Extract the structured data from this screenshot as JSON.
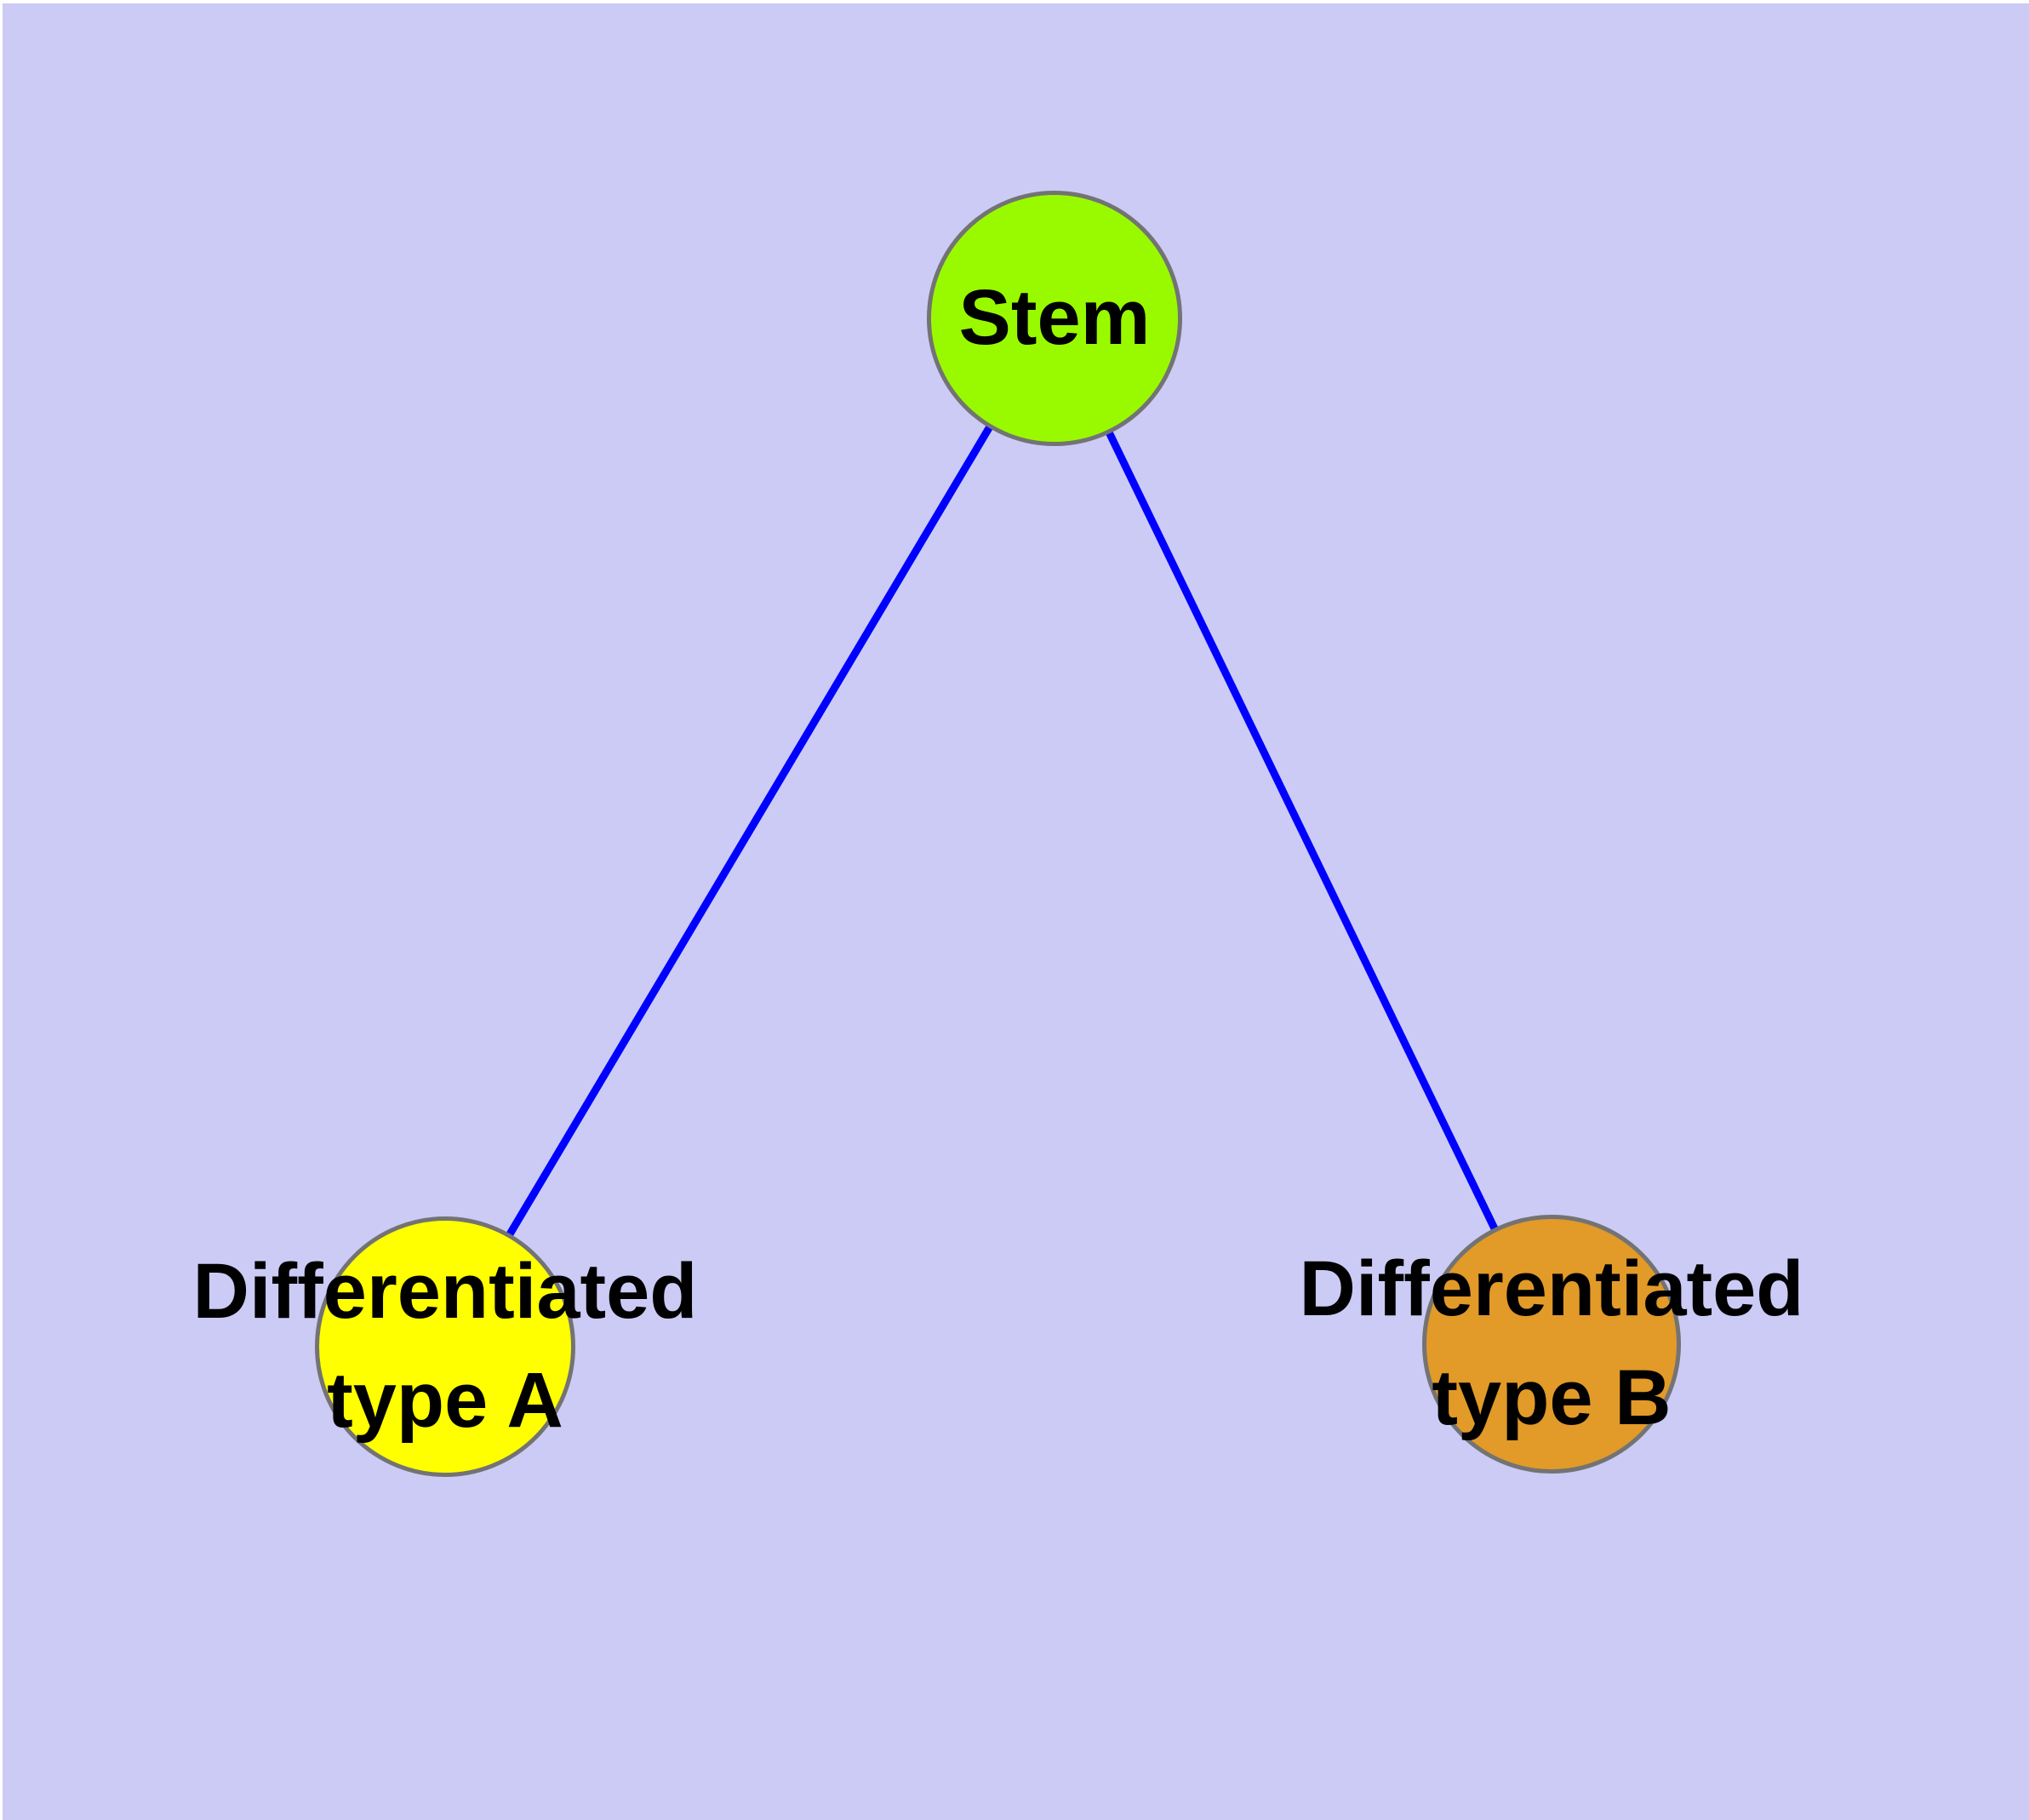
{
  "canvas": {
    "background": "#CBCBF6",
    "margin_color": "#FFFFFF"
  },
  "diagram": {
    "type": "node-link-graph",
    "description": "Stem cell differentiation tree: one stem node connected to two differentiated cell type nodes"
  },
  "nodes": [
    {
      "id": "stem",
      "label": "Stem",
      "fill": "#99FA00",
      "border": "#737373"
    },
    {
      "id": "type-a",
      "label": "Differentiated\ntype A",
      "fill": "#FFFF00",
      "border": "#737373"
    },
    {
      "id": "type-b",
      "label": "Differentiated\ntype B",
      "fill": "#E29A28",
      "border": "#737373"
    }
  ],
  "edges": [
    {
      "from": "stem",
      "to": "type-a",
      "color": "#0000FF"
    },
    {
      "from": "stem",
      "to": "type-b",
      "color": "#0000FF"
    }
  ]
}
